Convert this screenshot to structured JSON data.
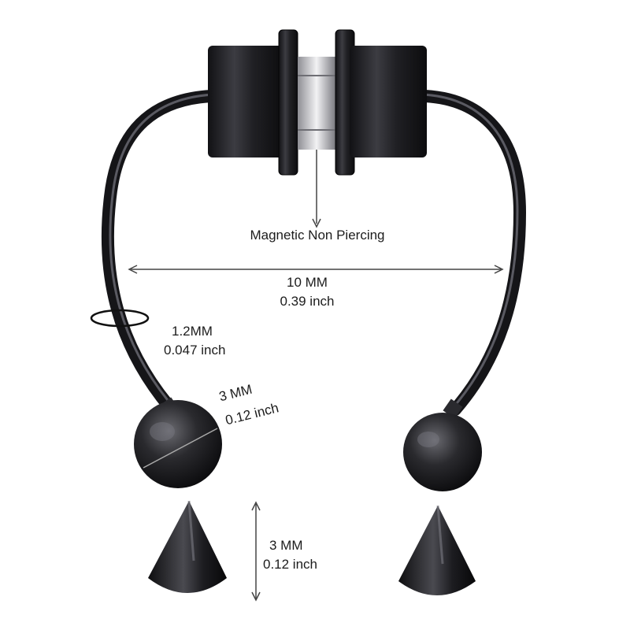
{
  "product": {
    "magnet_label": "Magnetic Non Piercing",
    "colors": {
      "metal_dark": "#1e1e22",
      "metal_mid": "#3a3a40",
      "metal_highlight": "#8a8a92",
      "spacer_silver": "#c8c8cc",
      "dimension_line": "#444444"
    }
  },
  "dimensions": {
    "width": {
      "mm": "10 MM",
      "inch": "0.39 inch"
    },
    "wire_thickness": {
      "mm": "1.2MM",
      "inch": "0.047 inch"
    },
    "ball": {
      "mm": "3 MM",
      "inch": "0.12 inch"
    },
    "spike": {
      "mm": "3 MM",
      "inch": "0.12 inch"
    }
  }
}
